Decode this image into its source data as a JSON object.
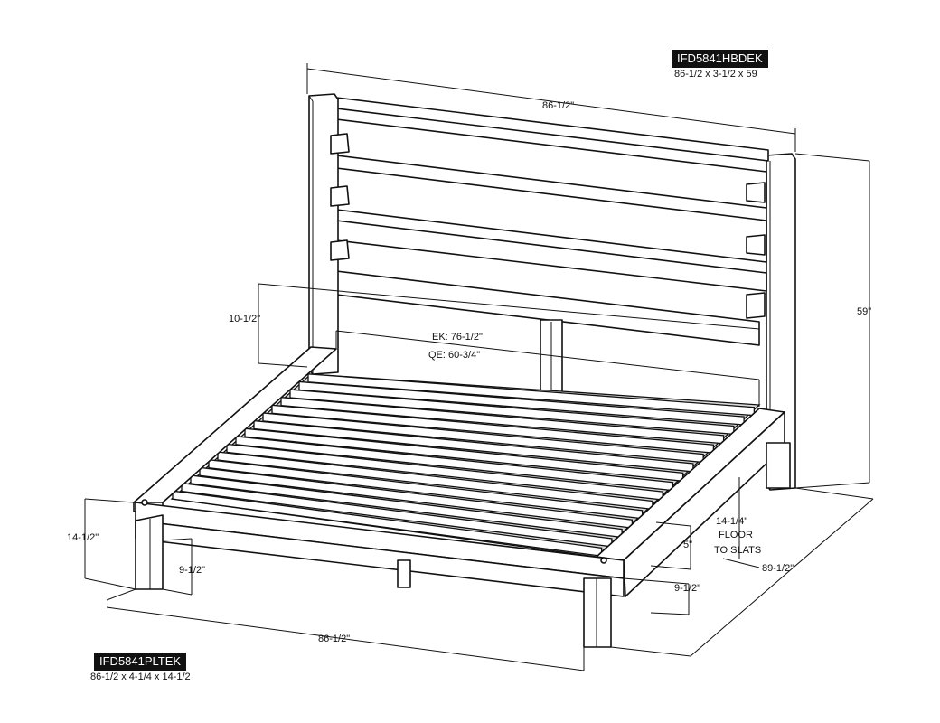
{
  "headboard": {
    "code": "IFD5841HBDEK",
    "size": "86-1/2 x 3-1/2 x 59",
    "width_label": "86-1/2\"",
    "height_label": "59\"",
    "gap_label": "10-1/2\""
  },
  "platform": {
    "code": "IFD5841PLTEK",
    "size": "86-1/2 x 4-1/4 x 14-1/2",
    "width_label": "86-1/2\"",
    "depth_label": "89-1/2\"",
    "height_label": "14-1/2\"",
    "leg_left_label": "9-1/2\"",
    "leg_right_label": "9-1/2\"",
    "rail_label": "5\"",
    "inner_ek_label": "EK: 76-1/2\"",
    "inner_qe_label": "QE: 60-3/4\"",
    "floor_to_slats": {
      "value": "14-1/4\"",
      "line1": "FLOOR",
      "line2": "TO SLATS"
    }
  }
}
